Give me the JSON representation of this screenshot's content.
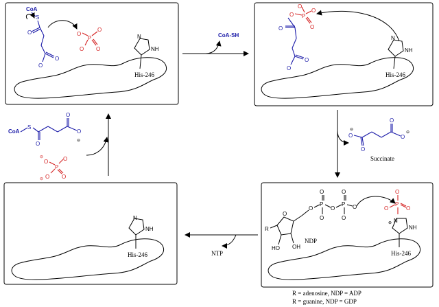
{
  "labels": {
    "coa_top": "CoA",
    "s": "S",
    "coa_sh": "CoA-SH",
    "his": "His-246",
    "nh": "NH",
    "n": "N",
    "succinate": "Succinate",
    "ntp": "NTP",
    "ndp": "NDP",
    "r": "R",
    "ho1": "HO",
    "oh1": "OH",
    "o": "O",
    "p": "P",
    "coa_side": "CoA",
    "footnote_1": "R = adenosine, NDP = ADP",
    "footnote_2": "R = guanine, NDP = GDP"
  },
  "colors": {
    "blue": "#1a1aa8",
    "red": "#d42020",
    "black": "#000000"
  }
}
